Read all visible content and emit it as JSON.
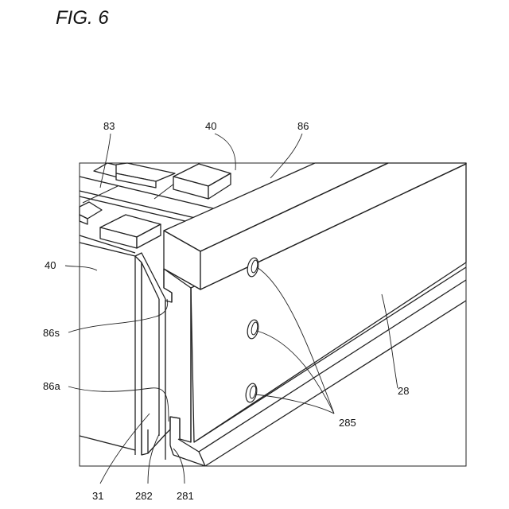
{
  "figure": {
    "title": "FIG. 6",
    "labels": {
      "l83": "83",
      "l40_top": "40",
      "l86": "86",
      "l40_left": "40",
      "l86s": "86s",
      "l86a": "86a",
      "l28": "28",
      "l285": "285",
      "l31": "31",
      "l282": "282",
      "l281": "281"
    }
  }
}
